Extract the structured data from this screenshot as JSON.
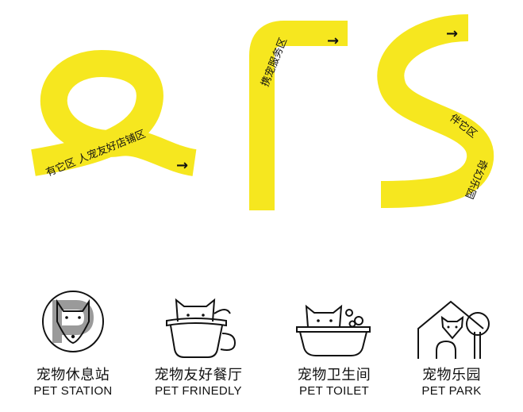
{
  "colors": {
    "path": "#F6E71F",
    "ink": "#111111",
    "grey": "#9a9a9a"
  },
  "paths": {
    "loop": {
      "label": "有它区 人宠友好店铺区",
      "arrow": "→"
    },
    "corner": {
      "label": "携宠服务区",
      "arrow": "→"
    },
    "scurve": {
      "label_a": "伴它区",
      "label_b": "奇幻乐园",
      "arrow": "→"
    }
  },
  "icons": [
    {
      "id": "station",
      "zh": "宠物休息站",
      "en": "PET STATION",
      "icon": "dog-pin-icon"
    },
    {
      "id": "friendly",
      "zh": "宠物友好餐厅",
      "en": "PET FRINEDLY",
      "icon": "cat-cup-icon"
    },
    {
      "id": "toilet",
      "zh": "宠物卫生间",
      "en": "PET TOILET",
      "icon": "cat-bath-icon"
    },
    {
      "id": "park",
      "zh": "宠物乐园",
      "en": "PET PARK",
      "icon": "dog-house-icon"
    }
  ]
}
